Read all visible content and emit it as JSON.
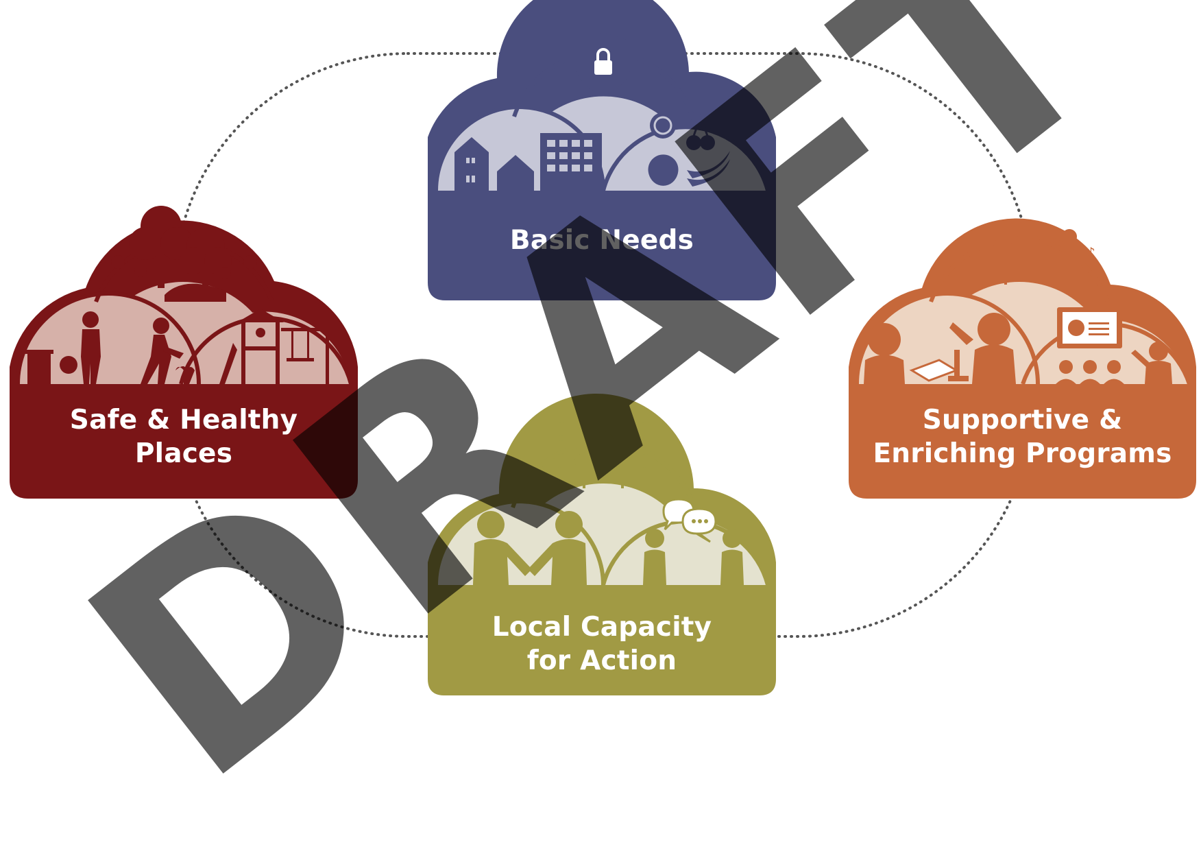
{
  "nodes": [
    {
      "id": "basic-needs",
      "label_lines": [
        "Basic Needs"
      ],
      "color": "#4a4e7e",
      "light": "#c6c7d7"
    },
    {
      "id": "safe-healthy",
      "label_lines": [
        "Safe & Healthy",
        "Places"
      ],
      "color": "#7a1517",
      "light": "#d6b1a9"
    },
    {
      "id": "supportive",
      "label_lines": [
        "Supportive &",
        "Enriching Programs"
      ],
      "color": "#c6683a",
      "light": "#edd5c2"
    },
    {
      "id": "local-capacity",
      "label_lines": [
        "Local Capacity",
        "for Action"
      ],
      "color": "#a19a44",
      "light": "#e4e2cf"
    }
  ],
  "watermark": "DRAFT"
}
